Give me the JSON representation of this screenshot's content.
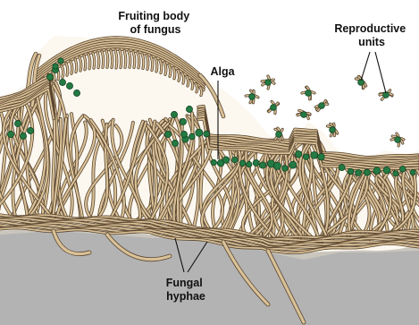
{
  "labels": {
    "fruiting_body": [
      "Fruiting body",
      "of fungus"
    ],
    "alga": "Alga",
    "reproductive_units": [
      "Reproductive",
      "units"
    ],
    "fungal_hyphae": [
      "Fungal",
      "hyphae"
    ]
  },
  "colors": {
    "hypha_fill": "#d9c198",
    "hypha_outline": "#5a4630",
    "algae": "#237a42",
    "substrate": "#b3b3b3",
    "label_text": "#111111"
  }
}
